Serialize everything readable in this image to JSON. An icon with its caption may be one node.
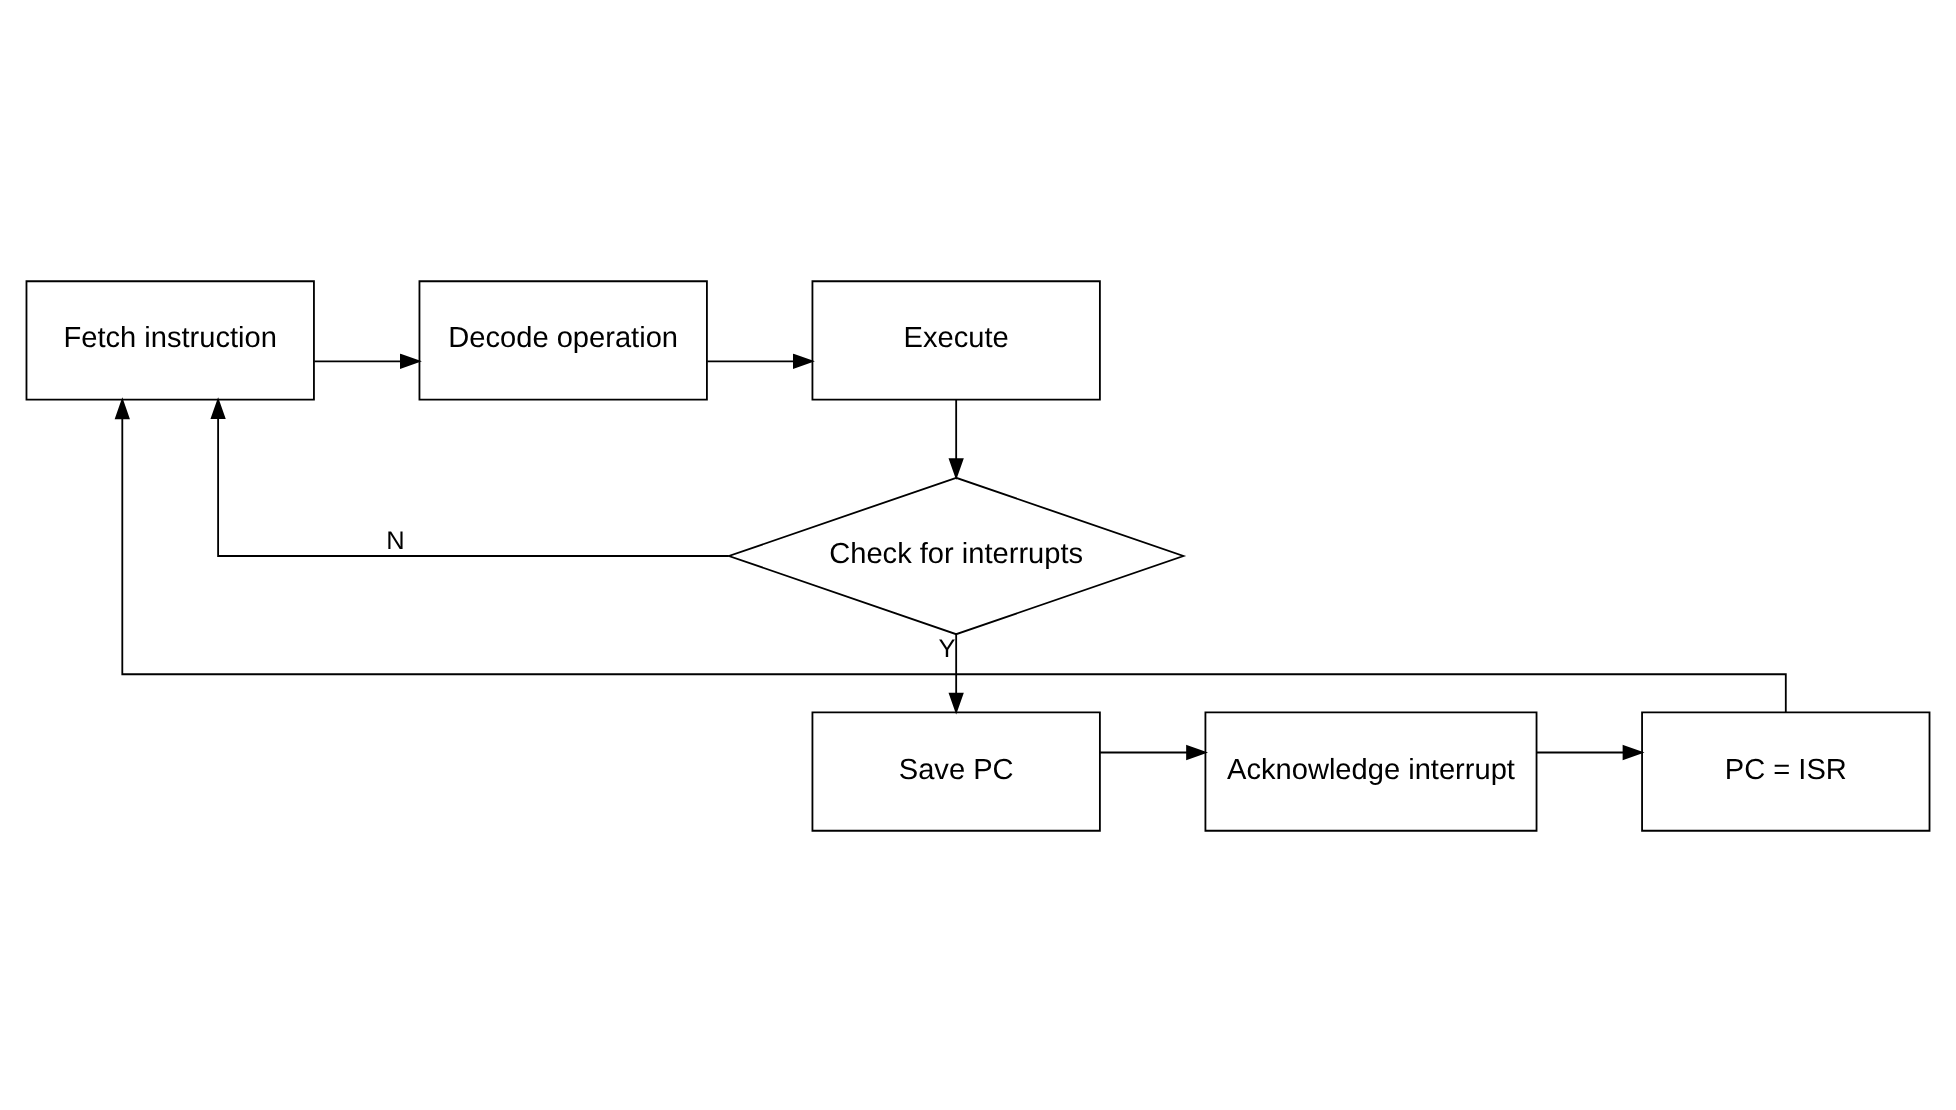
{
  "diagram": {
    "nodes": [
      {
        "text": [
          "Fetch instruction"
        ]
      },
      {
        "text": [
          "Decode operation"
        ]
      },
      {
        "text": [
          "Execute"
        ]
      },
      {
        "text": [
          "Check for interrupts"
        ]
      },
      {
        "text": [
          "Save PC"
        ]
      },
      {
        "text": [
          "Acknowledge interrupt"
        ]
      },
      {
        "text": [
          "PC = ISR"
        ]
      }
    ],
    "edges": [
      {
        "from": 0,
        "to": 1,
        "arrow": "to"
      },
      {
        "from": 1,
        "to": 2,
        "arrow": "to"
      },
      {
        "from": 2,
        "to": 3,
        "arrow": "to"
      },
      {
        "from": 3,
        "to": 0,
        "arrow": "to",
        "label": "N"
      },
      {
        "from": 3,
        "to": 4,
        "arrow": "to",
        "label": "Y"
      },
      {
        "from": 4,
        "to": 5,
        "arrow": "to"
      },
      {
        "from": 5,
        "to": 6,
        "arrow": "to"
      },
      {
        "from": 6,
        "to": 0,
        "arrow": "to"
      }
    ]
  }
}
